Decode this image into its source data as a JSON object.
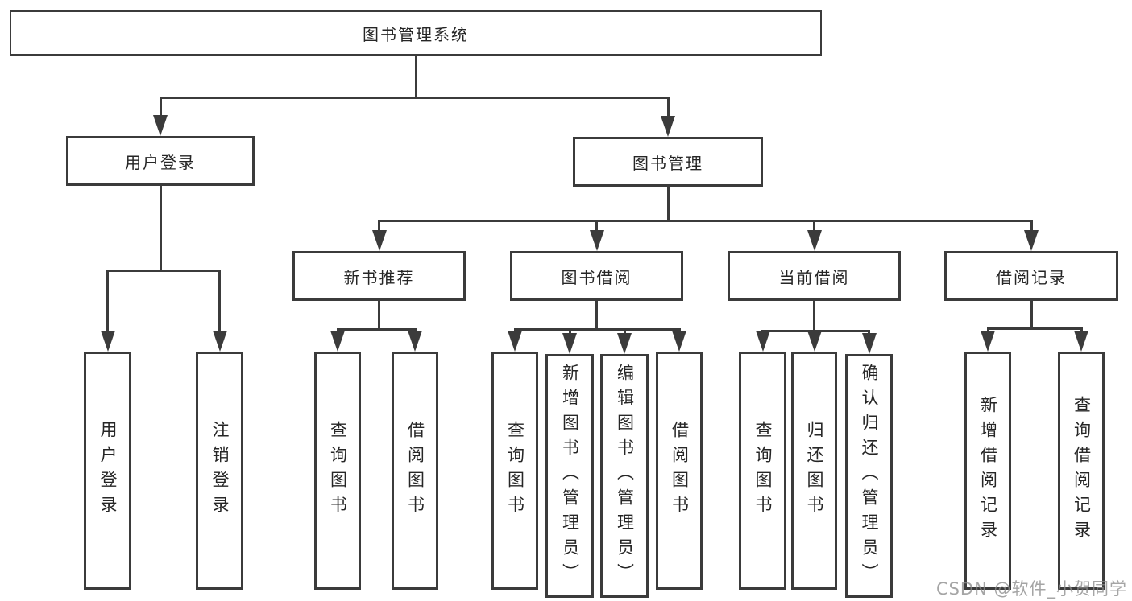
{
  "diagram_title": "图书管理系统",
  "colors": {
    "line": "#3b3b3b",
    "text": "#262626",
    "box_bg": "#ffffff",
    "page_bg": "#ffffff",
    "watermark": "#8c8c8c"
  },
  "watermark": {
    "text": "CSDN @软件_小贺同学"
  },
  "nodes": [
    {
      "id": "root",
      "label": "图书管理系统",
      "vertical": false,
      "children": [
        "user-login",
        "book-mgmt"
      ]
    },
    {
      "id": "user-login",
      "label": "用户登录",
      "vertical": false,
      "children": [
        "login",
        "logout"
      ]
    },
    {
      "id": "book-mgmt",
      "label": "图书管理",
      "vertical": false,
      "children": [
        "new-book-rec",
        "book-borrow",
        "current-borrow",
        "borrow-records"
      ]
    },
    {
      "id": "new-book-rec",
      "label": "新书推荐",
      "vertical": false,
      "children": [
        "nbr-query",
        "nbr-borrow"
      ]
    },
    {
      "id": "book-borrow",
      "label": "图书借阅",
      "vertical": false,
      "children": [
        "bb-query",
        "bb-add",
        "bb-edit",
        "bb-borrow"
      ]
    },
    {
      "id": "current-borrow",
      "label": "当前借阅",
      "vertical": false,
      "children": [
        "cb-query",
        "cb-return",
        "cb-confirm"
      ]
    },
    {
      "id": "borrow-records",
      "label": "借阅记录",
      "vertical": false,
      "children": [
        "br-add",
        "br-query"
      ]
    },
    {
      "id": "login",
      "label": "用户登录",
      "vertical": true,
      "children": []
    },
    {
      "id": "logout",
      "label": "注销登录",
      "vertical": true,
      "children": []
    },
    {
      "id": "nbr-query",
      "label": "查询图书",
      "vertical": true,
      "children": []
    },
    {
      "id": "nbr-borrow",
      "label": "借阅图书",
      "vertical": true,
      "children": []
    },
    {
      "id": "bb-query",
      "label": "查询图书",
      "vertical": true,
      "children": []
    },
    {
      "id": "bb-add",
      "label": "新增图书（管理员）",
      "vertical": true,
      "children": []
    },
    {
      "id": "bb-edit",
      "label": "编辑图书（管理员）",
      "vertical": true,
      "children": []
    },
    {
      "id": "bb-borrow",
      "label": "借阅图书",
      "vertical": true,
      "children": []
    },
    {
      "id": "cb-query",
      "label": "查询图书",
      "vertical": true,
      "children": []
    },
    {
      "id": "cb-return",
      "label": "归还图书",
      "vertical": true,
      "children": []
    },
    {
      "id": "cb-confirm",
      "label": "确认归还（管理员）",
      "vertical": true,
      "children": []
    },
    {
      "id": "br-add",
      "label": "新增借阅记录",
      "vertical": true,
      "children": []
    },
    {
      "id": "br-query",
      "label": "查询借阅记录",
      "vertical": true,
      "children": []
    }
  ]
}
